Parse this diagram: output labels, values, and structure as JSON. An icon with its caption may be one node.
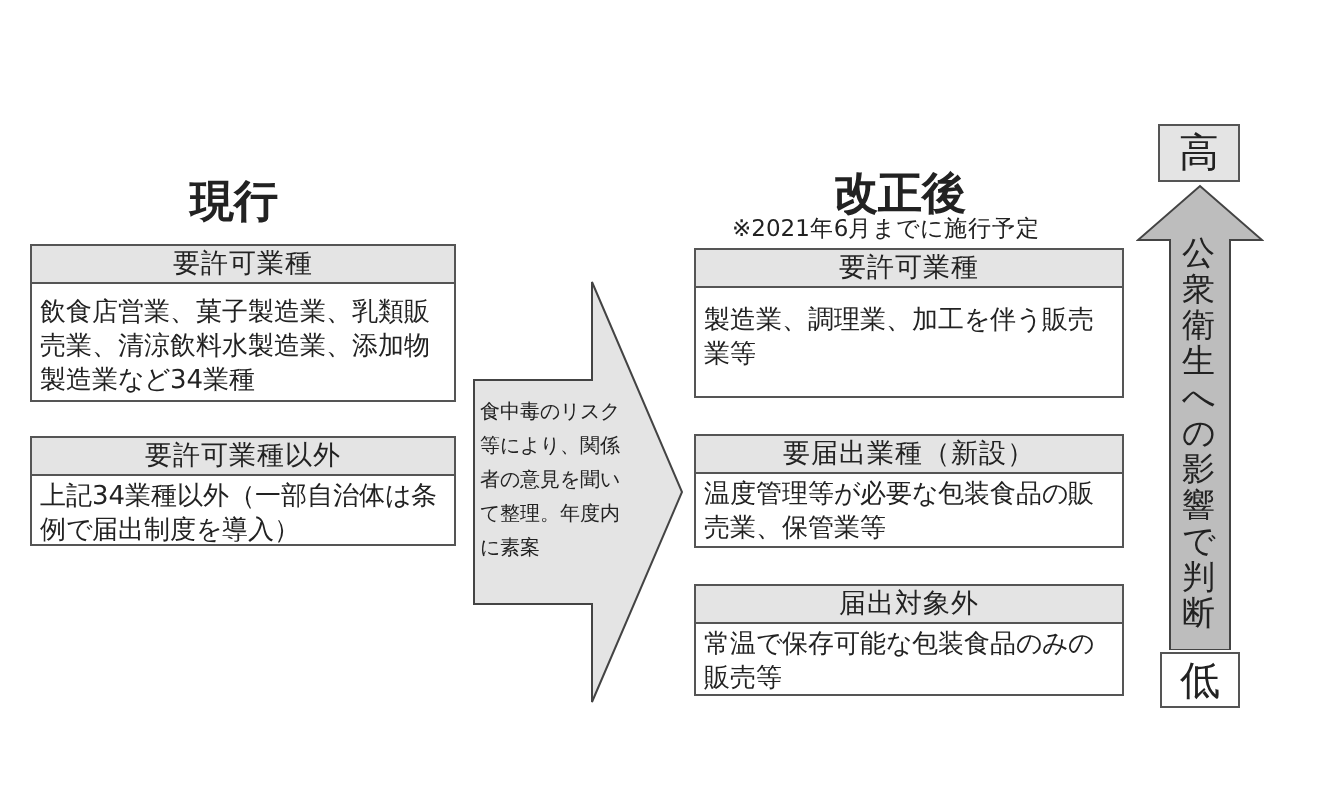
{
  "diagram": {
    "nodes": [
      {
        "text": [
          "要許可業種",
          "飲食店営業、菓子製造業、乳類販売業、清涼飲料水製造業、添加物製造業など34業種"
        ]
      },
      {
        "text": [
          "要許可業種以外",
          "上記34業種以外（一部自治体は条例で届出制度を導入）"
        ]
      },
      {
        "text": [
          "食中毒のリスク等により、関係者の意見を聞いて整理。年度内に素案"
        ]
      },
      {
        "text": [
          "要許可業種",
          "製造業、調理業、加工を伴う販売業等"
        ]
      },
      {
        "text": [
          "要届出業種（新設）",
          "温度管理等が必要な包装食品の販売業、保管業等"
        ]
      },
      {
        "text": [
          "届出対象外",
          "常温で保存可能な包装食品のみの販売等"
        ]
      },
      {
        "text": [
          "高"
        ]
      },
      {
        "text": [
          "低"
        ]
      }
    ],
    "edges": [
      {
        "from": 7,
        "to": 6,
        "arrow": "to",
        "style": "thick",
        "label": "公衆衛生への影響で判断"
      }
    ],
    "labels": [
      "現行",
      "改正後",
      "※2021年6月までに施行予定"
    ]
  }
}
